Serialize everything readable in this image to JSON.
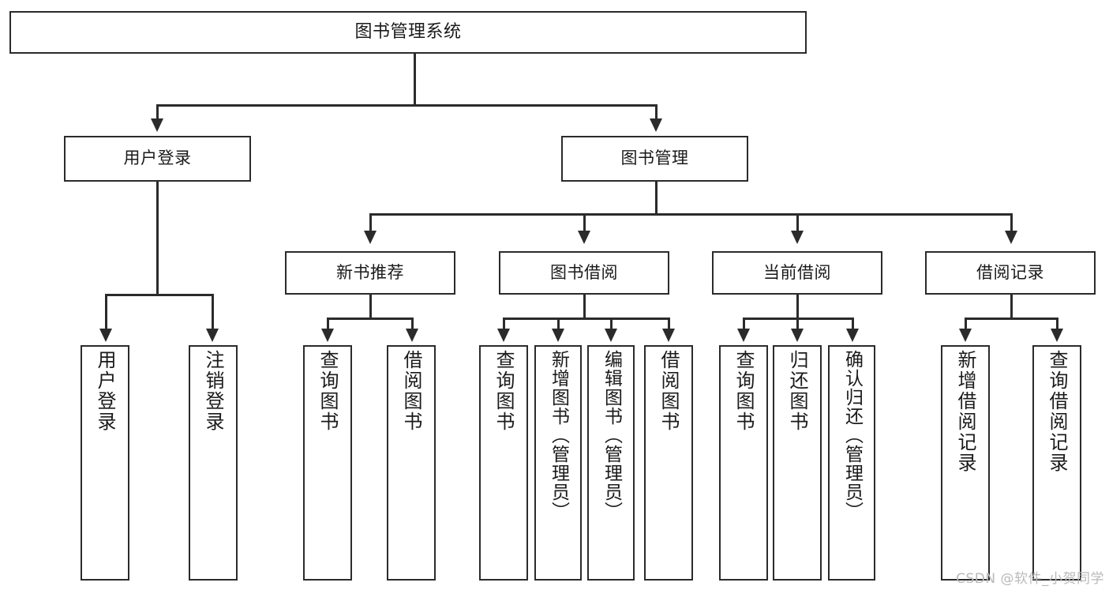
{
  "diagram": {
    "type": "hierarchy-tree",
    "title": "图书管理系统",
    "background_color": "#ffffff",
    "line_color": "#2b2b2b",
    "watermark": "CSDN @软件_小贺同学"
  },
  "nodes": {
    "root": {
      "label": "图书管理系统"
    },
    "level2": [
      {
        "id": "user-login",
        "label": "用户登录"
      },
      {
        "id": "book-manage",
        "label": "图书管理"
      }
    ],
    "level3": [
      {
        "id": "new-book-recommend",
        "label": "新书推荐"
      },
      {
        "id": "book-borrow",
        "label": "图书借阅"
      },
      {
        "id": "current-borrow",
        "label": "当前借阅"
      },
      {
        "id": "borrow-record",
        "label": "借阅记录"
      }
    ],
    "leaves": [
      {
        "id": "leaf-user-login",
        "label": "用户登录",
        "parent": "user-login"
      },
      {
        "id": "leaf-user-logout",
        "label": "注销登录",
        "parent": "user-login"
      },
      {
        "id": "leaf-query-book-1",
        "label": "查询图书",
        "parent": "new-book-recommend"
      },
      {
        "id": "leaf-borrow-book-1",
        "label": "借阅图书",
        "parent": "new-book-recommend"
      },
      {
        "id": "leaf-query-book-2",
        "label": "查询图书",
        "parent": "book-borrow"
      },
      {
        "id": "leaf-add-book",
        "label": "新增图书（管理员）",
        "parent": "book-borrow"
      },
      {
        "id": "leaf-edit-book",
        "label": "编辑图书（管理员）",
        "parent": "book-borrow"
      },
      {
        "id": "leaf-borrow-book-2",
        "label": "借阅图书",
        "parent": "book-borrow"
      },
      {
        "id": "leaf-query-book-3",
        "label": "查询图书",
        "parent": "current-borrow"
      },
      {
        "id": "leaf-return-book",
        "label": "归还图书",
        "parent": "current-borrow"
      },
      {
        "id": "leaf-confirm-return",
        "label": "确认归还（管理员）",
        "parent": "current-borrow"
      },
      {
        "id": "leaf-add-record",
        "label": "新增借阅记录",
        "parent": "borrow-record"
      },
      {
        "id": "leaf-query-record",
        "label": "查询借阅记录",
        "parent": "borrow-record"
      }
    ]
  }
}
